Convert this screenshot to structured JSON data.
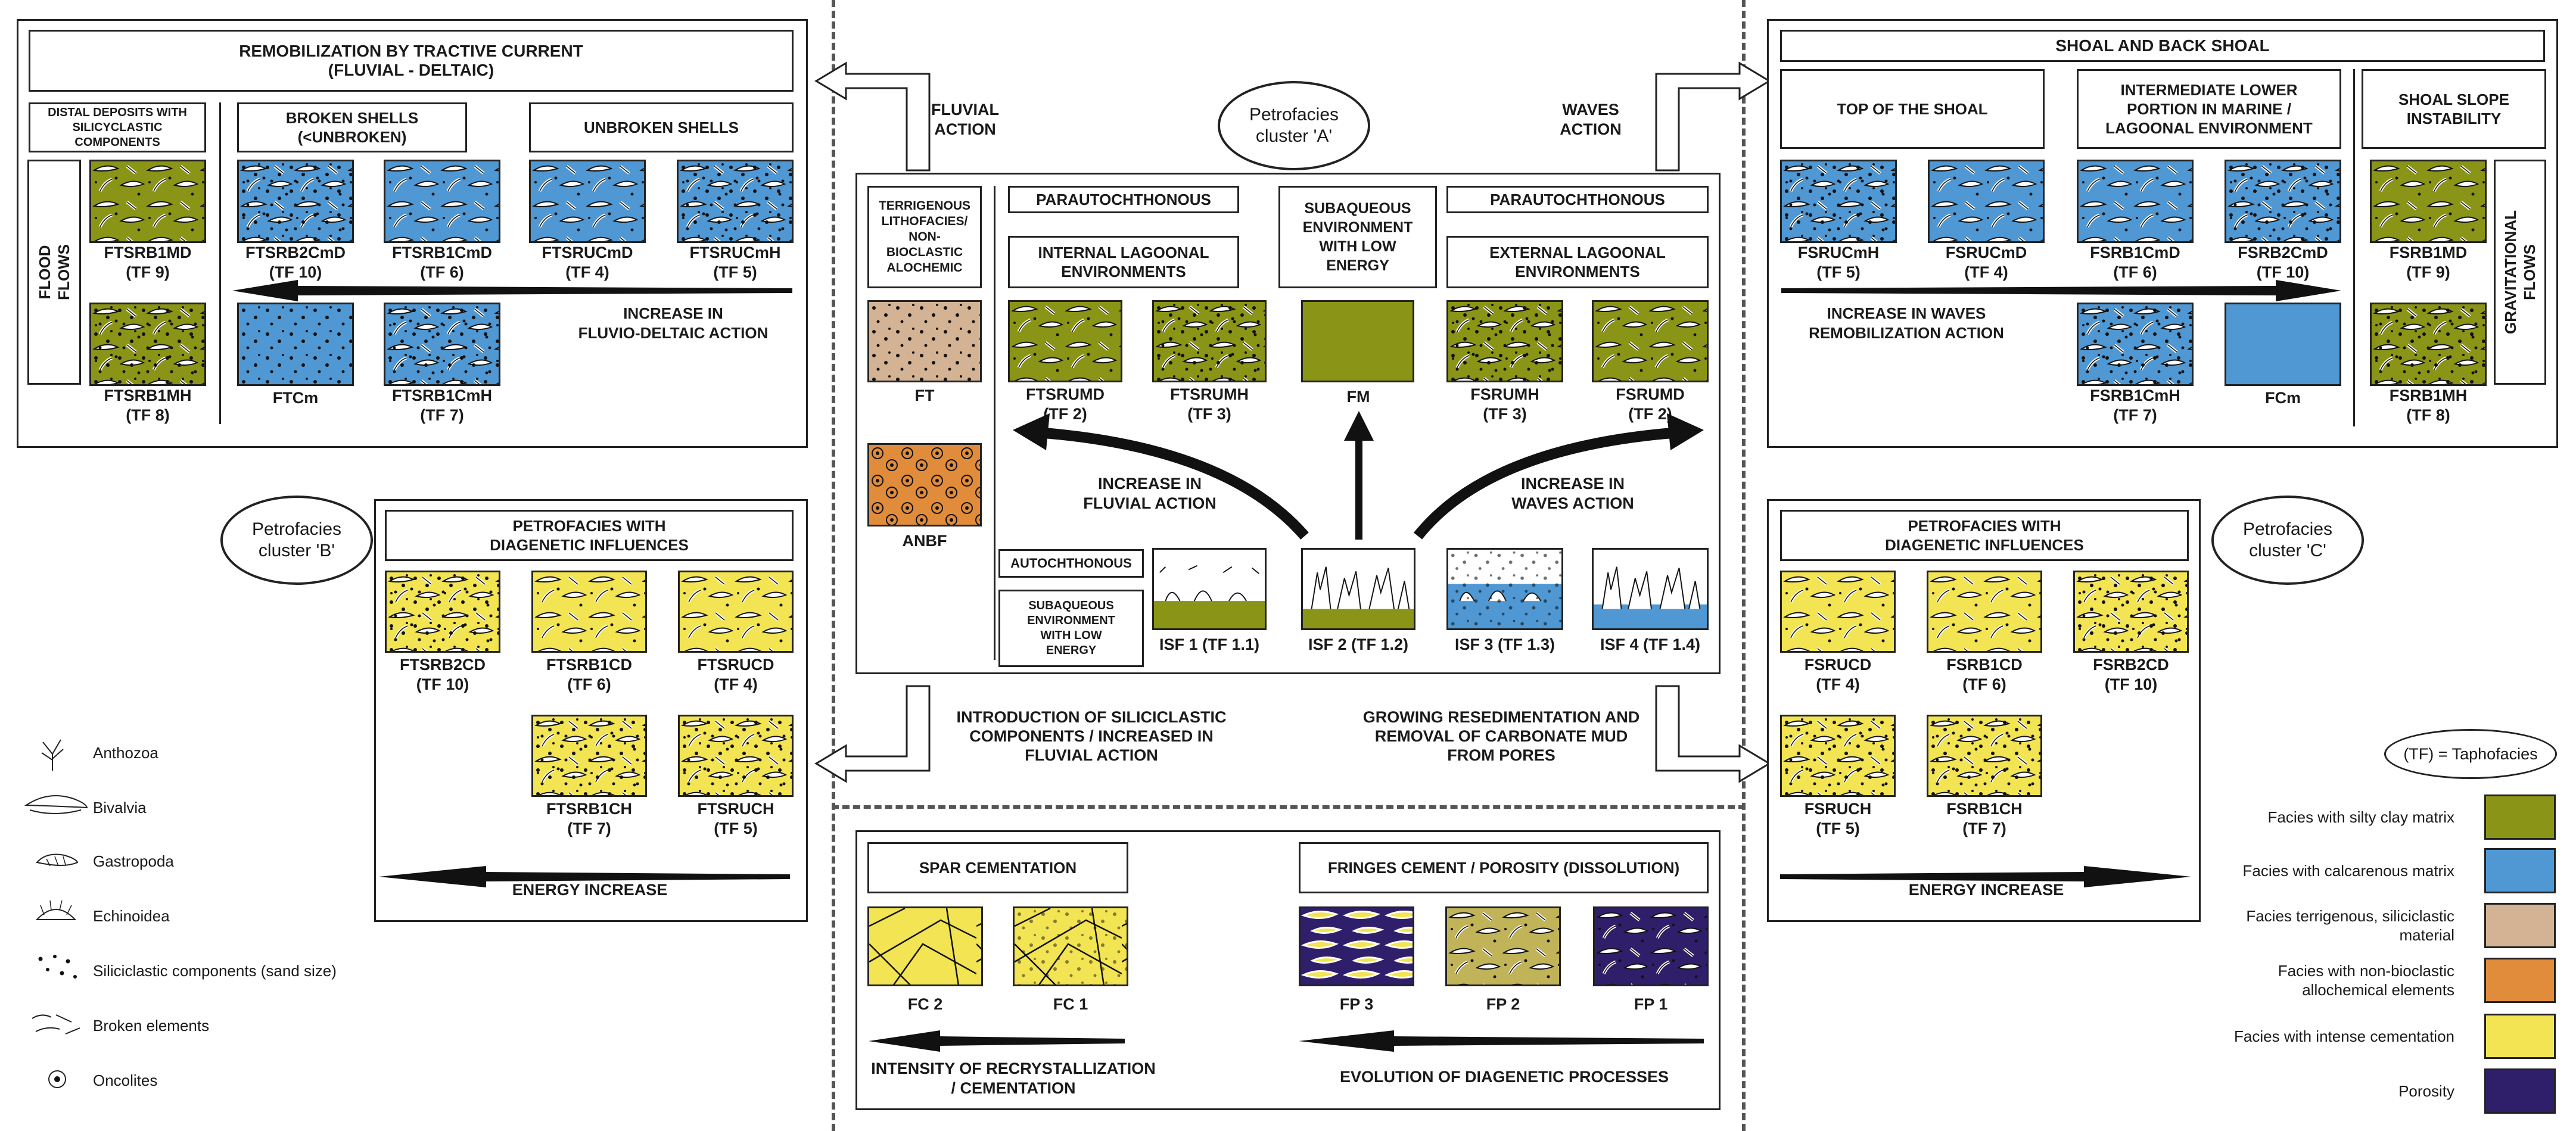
{
  "colors": {
    "silty_clay": "#8a9416",
    "calcarenous": "#4f98d3",
    "terrigenous": "#d3b393",
    "non_bioclastic": "#e08c3a",
    "cementation": "#f2e452",
    "porosity": "#2f1f6a"
  },
  "top_left": {
    "title": "REMOBILIZATION BY TRACTIVE CURRENT\n(FLUVIAL - DELTAIC)",
    "col1_header": "DISTAL DEPOSITS WITH\nSILICYCLASTIC\nCOMPONENTS",
    "col2_header": "BROKEN SHELLS\n(<UNBROKEN)",
    "col3_header": "UNBROKEN SHELLS",
    "side_label": "FLOOD FLOWS",
    "arrow_text": "INCREASE IN\nFLUVIO-DELTAIC ACTION",
    "facies": [
      {
        "name": "FTSRB1MD",
        "tf": "(TF 9)"
      },
      {
        "name": "FTSRB1MH",
        "tf": "(TF 8)"
      },
      {
        "name": "FTSRB2CmD",
        "tf": "(TF 10)"
      },
      {
        "name": "FTCm",
        "tf": ""
      },
      {
        "name": "FTSRB1CmD",
        "tf": "(TF 6)"
      },
      {
        "name": "FTSRB1CmH",
        "tf": "(TF 7)"
      },
      {
        "name": "FTSRUCmD",
        "tf": "(TF 4)"
      },
      {
        "name": "FTSRUCmH",
        "tf": "(TF 5)"
      }
    ]
  },
  "fluvial_action": "FLUVIAL\nACTION",
  "waves_action": "WAVES\nACTION",
  "cluster_a": "Petrofacies\ncluster 'A'",
  "cluster_b": "Petrofacies\ncluster 'B'",
  "cluster_c": "Petrofacies\ncluster 'C'",
  "center": {
    "terrigenous_header": "TERRIGENOUS\nLITHOFACIES/\nNON-\nBIOCLASTIC\nALOCHEMIC",
    "para_left": "PARAUTOCHTHONOUS",
    "para_right": "PARAUTOCHTHONOUS",
    "internal": "INTERNAL LAGOONAL\nENVIRONMENTS",
    "external": "EXTERNAL LAGOONAL\nENVIRONMENTS",
    "subaqueous_top": "SUBAQUEOUS\nENVIRONMENT\nWITH LOW\nENERGY",
    "autochthonous": "AUTOCHTHONOUS",
    "subaqueous_bottom": "SUBAQUEOUS\nENVIRONMENT\nWITH LOW\nENERGY",
    "increase_fluvial": "INCREASE IN\nFLUVIAL ACTION",
    "increase_waves": "INCREASE IN\nWAVES ACTION",
    "facies": [
      {
        "name": "FT",
        "tf": ""
      },
      {
        "name": "ANBF",
        "tf": ""
      },
      {
        "name": "FTSRUMD",
        "tf": "(TF 2)"
      },
      {
        "name": "FTSRUMH",
        "tf": "(TF 3)"
      },
      {
        "name": "FM",
        "tf": ""
      },
      {
        "name": "FSRUMH",
        "tf": "(TF 3)"
      },
      {
        "name": "FSRUMD",
        "tf": "(TF 2)"
      }
    ],
    "isf": [
      "ISF 1 (TF 1.1)",
      "ISF 2 (TF 1.2)",
      "ISF 3 (TF 1.3)",
      "ISF 4 (TF 1.4)"
    ]
  },
  "top_right": {
    "title": "SHOAL AND BACK SHOAL",
    "col1_header": "TOP OF THE SHOAL",
    "col2_header": "INTERMEDIATE LOWER\nPORTION IN MARINE /\nLAGOONAL ENVIRONMENT",
    "col3_header": "SHOAL SLOPE\nINSTABILITY",
    "side_label": "GRAVITATIONAL\nFLOWS",
    "arrow_text": "INCREASE IN WAVES\nREMOBILIZATION ACTION",
    "facies": [
      {
        "name": "FSRUCmH",
        "tf": "(TF 5)"
      },
      {
        "name": "FSRUCmD",
        "tf": "(TF 4)"
      },
      {
        "name": "FSRB1CmD",
        "tf": "(TF 6)"
      },
      {
        "name": "FSRB1CmH",
        "tf": "(TF 7)"
      },
      {
        "name": "FSRB2CmD",
        "tf": "(TF 10)"
      },
      {
        "name": "FCm",
        "tf": ""
      },
      {
        "name": "FSRB1MD",
        "tf": "(TF 9)"
      },
      {
        "name": "FSRB1MH",
        "tf": "(TF 8)"
      }
    ]
  },
  "mid_left": {
    "title": "PETROFACIES WITH\nDIAGENETIC INFLUENCES",
    "arrow_text": "ENERGY INCREASE",
    "facies": [
      {
        "name": "FTSRB2CD",
        "tf": "(TF 10)"
      },
      {
        "name": "FTSRB1CD",
        "tf": "(TF 6)"
      },
      {
        "name": "FTSRUCD",
        "tf": "(TF 4)"
      },
      {
        "name": "FTSRB1CH",
        "tf": "(TF 7)"
      },
      {
        "name": "FTSRUCH",
        "tf": "(TF 5)"
      }
    ]
  },
  "mid_right": {
    "title": "PETROFACIES WITH\nDIAGENETIC INFLUENCES",
    "arrow_text": "ENERGY INCREASE",
    "facies": [
      {
        "name": "FSRUCD",
        "tf": "(TF 4)"
      },
      {
        "name": "FSRB1CD",
        "tf": "(TF 6)"
      },
      {
        "name": "FSRB2CD",
        "tf": "(TF 10)"
      },
      {
        "name": "FSRUCH",
        "tf": "(TF 5)"
      },
      {
        "name": "FSRB1CH",
        "tf": "(TF 7)"
      }
    ]
  },
  "intro_siliciclastic": "INTRODUCTION OF SILICICLASTIC\nCOMPONENTS / INCREASED IN\nFLUVIAL ACTION",
  "growing_resedimentation": "GROWING RESEDIMENTATION AND\nREMOVAL OF CARBONATE MUD\nFROM PORES",
  "bottom": {
    "spar": "SPAR CEMENTATION",
    "fringes": "FRINGES CEMENT / POROSITY (DISSOLUTION)",
    "intensity": "INTENSITY OF RECRYSTALLIZATION\n/ CEMENTATION",
    "evolution": "EVOLUTION OF DIAGENETIC PROCESSES",
    "facies": [
      "FC 2",
      "FC 1",
      "FP 3",
      "FP 2",
      "FP 1"
    ]
  },
  "symbol_legend": [
    {
      "icon": "anthozoa-icon",
      "label": "Anthozoa"
    },
    {
      "icon": "bivalvia-icon",
      "label": "Bivalvia"
    },
    {
      "icon": "gastropoda-icon",
      "label": "Gastropoda"
    },
    {
      "icon": "echinoidea-icon",
      "label": "Echinoidea"
    },
    {
      "icon": "siliciclastic-icon",
      "label": "Siliciclastic components (sand size)"
    },
    {
      "icon": "broken-elements-icon",
      "label": "Broken elements"
    },
    {
      "icon": "oncolites-icon",
      "label": "Oncolites"
    }
  ],
  "taphofacies_key": "(TF) = Taphofacies",
  "color_legend": [
    {
      "label": "Facies with silty clay matrix",
      "color": "#8a9416"
    },
    {
      "label": "Facies with calcarenous matrix",
      "color": "#4f98d3"
    },
    {
      "label": "Facies terrigenous, siliciclastic\nmaterial",
      "color": "#d3b393"
    },
    {
      "label": "Facies with non-bioclastic\nallochemical elements",
      "color": "#e08c3a"
    },
    {
      "label": "Facies with intense cementation",
      "color": "#f2e452"
    },
    {
      "label": "Porosity",
      "color": "#2f1f6a"
    }
  ]
}
